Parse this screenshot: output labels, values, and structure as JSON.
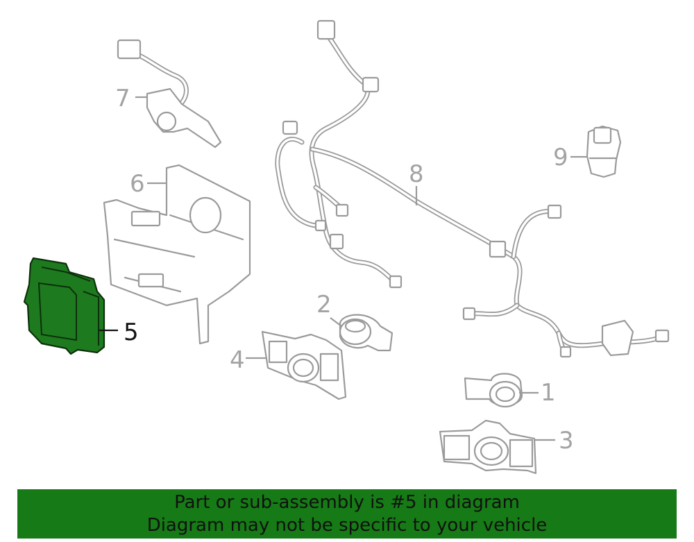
{
  "callouts": [
    {
      "id": "1",
      "label": "1"
    },
    {
      "id": "2",
      "label": "2"
    },
    {
      "id": "3",
      "label": "3"
    },
    {
      "id": "4",
      "label": "4"
    },
    {
      "id": "5",
      "label": "5"
    },
    {
      "id": "6",
      "label": "6"
    },
    {
      "id": "7",
      "label": "7"
    },
    {
      "id": "8",
      "label": "8"
    },
    {
      "id": "9",
      "label": "9"
    }
  ],
  "highlighted_part": "5",
  "colors": {
    "highlight_fill": "#1e7a1e",
    "banner_background": "#167a16",
    "part_outline": "#9a9a9a",
    "callout_text": "#a3a3a3"
  },
  "banner": {
    "line1": "Part or sub-assembly is #5 in diagram",
    "line2": "Diagram may not be specific to your vehicle"
  }
}
